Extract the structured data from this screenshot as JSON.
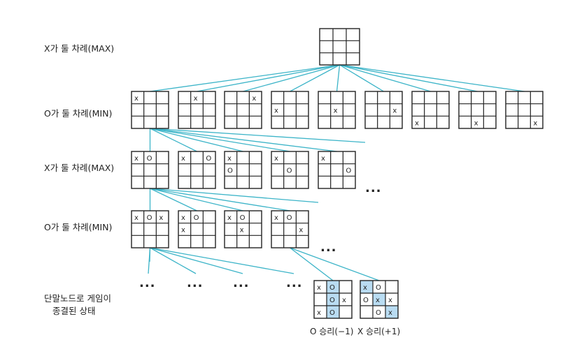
{
  "colors": {
    "edge": "#3cb4c8",
    "highlight": "#b9dcf2",
    "grid": "#222222"
  },
  "levels": [
    {
      "label": "X가 둘 차례(MAX)"
    },
    {
      "label": "O가 둘 차례(MIN)"
    },
    {
      "label": "X가 둘 차례(MAX)"
    },
    {
      "label": "O가 둘 차례(MIN)"
    }
  ],
  "terminal_label": [
    "단말노드로 게임이",
    "종결된 상태"
  ],
  "ellipsis": "...",
  "boards": {
    "root": [
      "",
      "",
      "",
      "",
      "",
      "",
      "",
      "",
      ""
    ],
    "level1": [
      [
        "x",
        "",
        "",
        "",
        "",
        "",
        "",
        "",
        ""
      ],
      [
        "",
        "x",
        "",
        "",
        "",
        "",
        "",
        "",
        ""
      ],
      [
        "",
        "",
        "x",
        "",
        "",
        "",
        "",
        "",
        ""
      ],
      [
        "",
        "",
        "",
        "x",
        "",
        "",
        "",
        "",
        ""
      ],
      [
        "",
        "",
        "",
        "",
        "x",
        "",
        "",
        "",
        ""
      ],
      [
        "",
        "",
        "",
        "",
        "",
        "x",
        "",
        "",
        ""
      ],
      [
        "",
        "",
        "",
        "",
        "",
        "",
        "x",
        "",
        ""
      ],
      [
        "",
        "",
        "",
        "",
        "",
        "",
        "",
        "x",
        ""
      ],
      [
        "",
        "",
        "",
        "",
        "",
        "",
        "",
        "",
        "x"
      ]
    ],
    "level2": [
      [
        "x",
        "O",
        "",
        "",
        "",
        "",
        "",
        "",
        ""
      ],
      [
        "x",
        "",
        "O",
        "",
        "",
        "",
        "",
        "",
        ""
      ],
      [
        "x",
        "",
        "",
        "O",
        "",
        "",
        "",
        "",
        ""
      ],
      [
        "x",
        "",
        "",
        "",
        "O",
        "",
        "",
        "",
        ""
      ],
      [
        "x",
        "",
        "",
        "",
        "",
        "O",
        "",
        "",
        ""
      ]
    ],
    "level3": [
      [
        "x",
        "O",
        "x",
        "",
        "",
        "",
        "",
        "",
        ""
      ],
      [
        "x",
        "O",
        "",
        "x",
        "",
        "",
        "",
        "",
        ""
      ],
      [
        "x",
        "O",
        "",
        "",
        "x",
        "",
        "",
        "",
        ""
      ],
      [
        "x",
        "O",
        "",
        "",
        "",
        "x",
        "",
        "",
        ""
      ]
    ],
    "terminal": [
      {
        "cells": [
          "x",
          "O",
          "",
          "",
          "O",
          "x",
          "x",
          "O",
          ""
        ],
        "highlight": [
          1,
          4,
          7
        ],
        "result": "O 승리(−1)"
      },
      {
        "cells": [
          "x",
          "O",
          "",
          "O",
          "x",
          "x",
          "",
          "O",
          "x"
        ],
        "highlight": [
          0,
          4,
          8
        ],
        "result": "X 승리(+1)"
      }
    ]
  }
}
